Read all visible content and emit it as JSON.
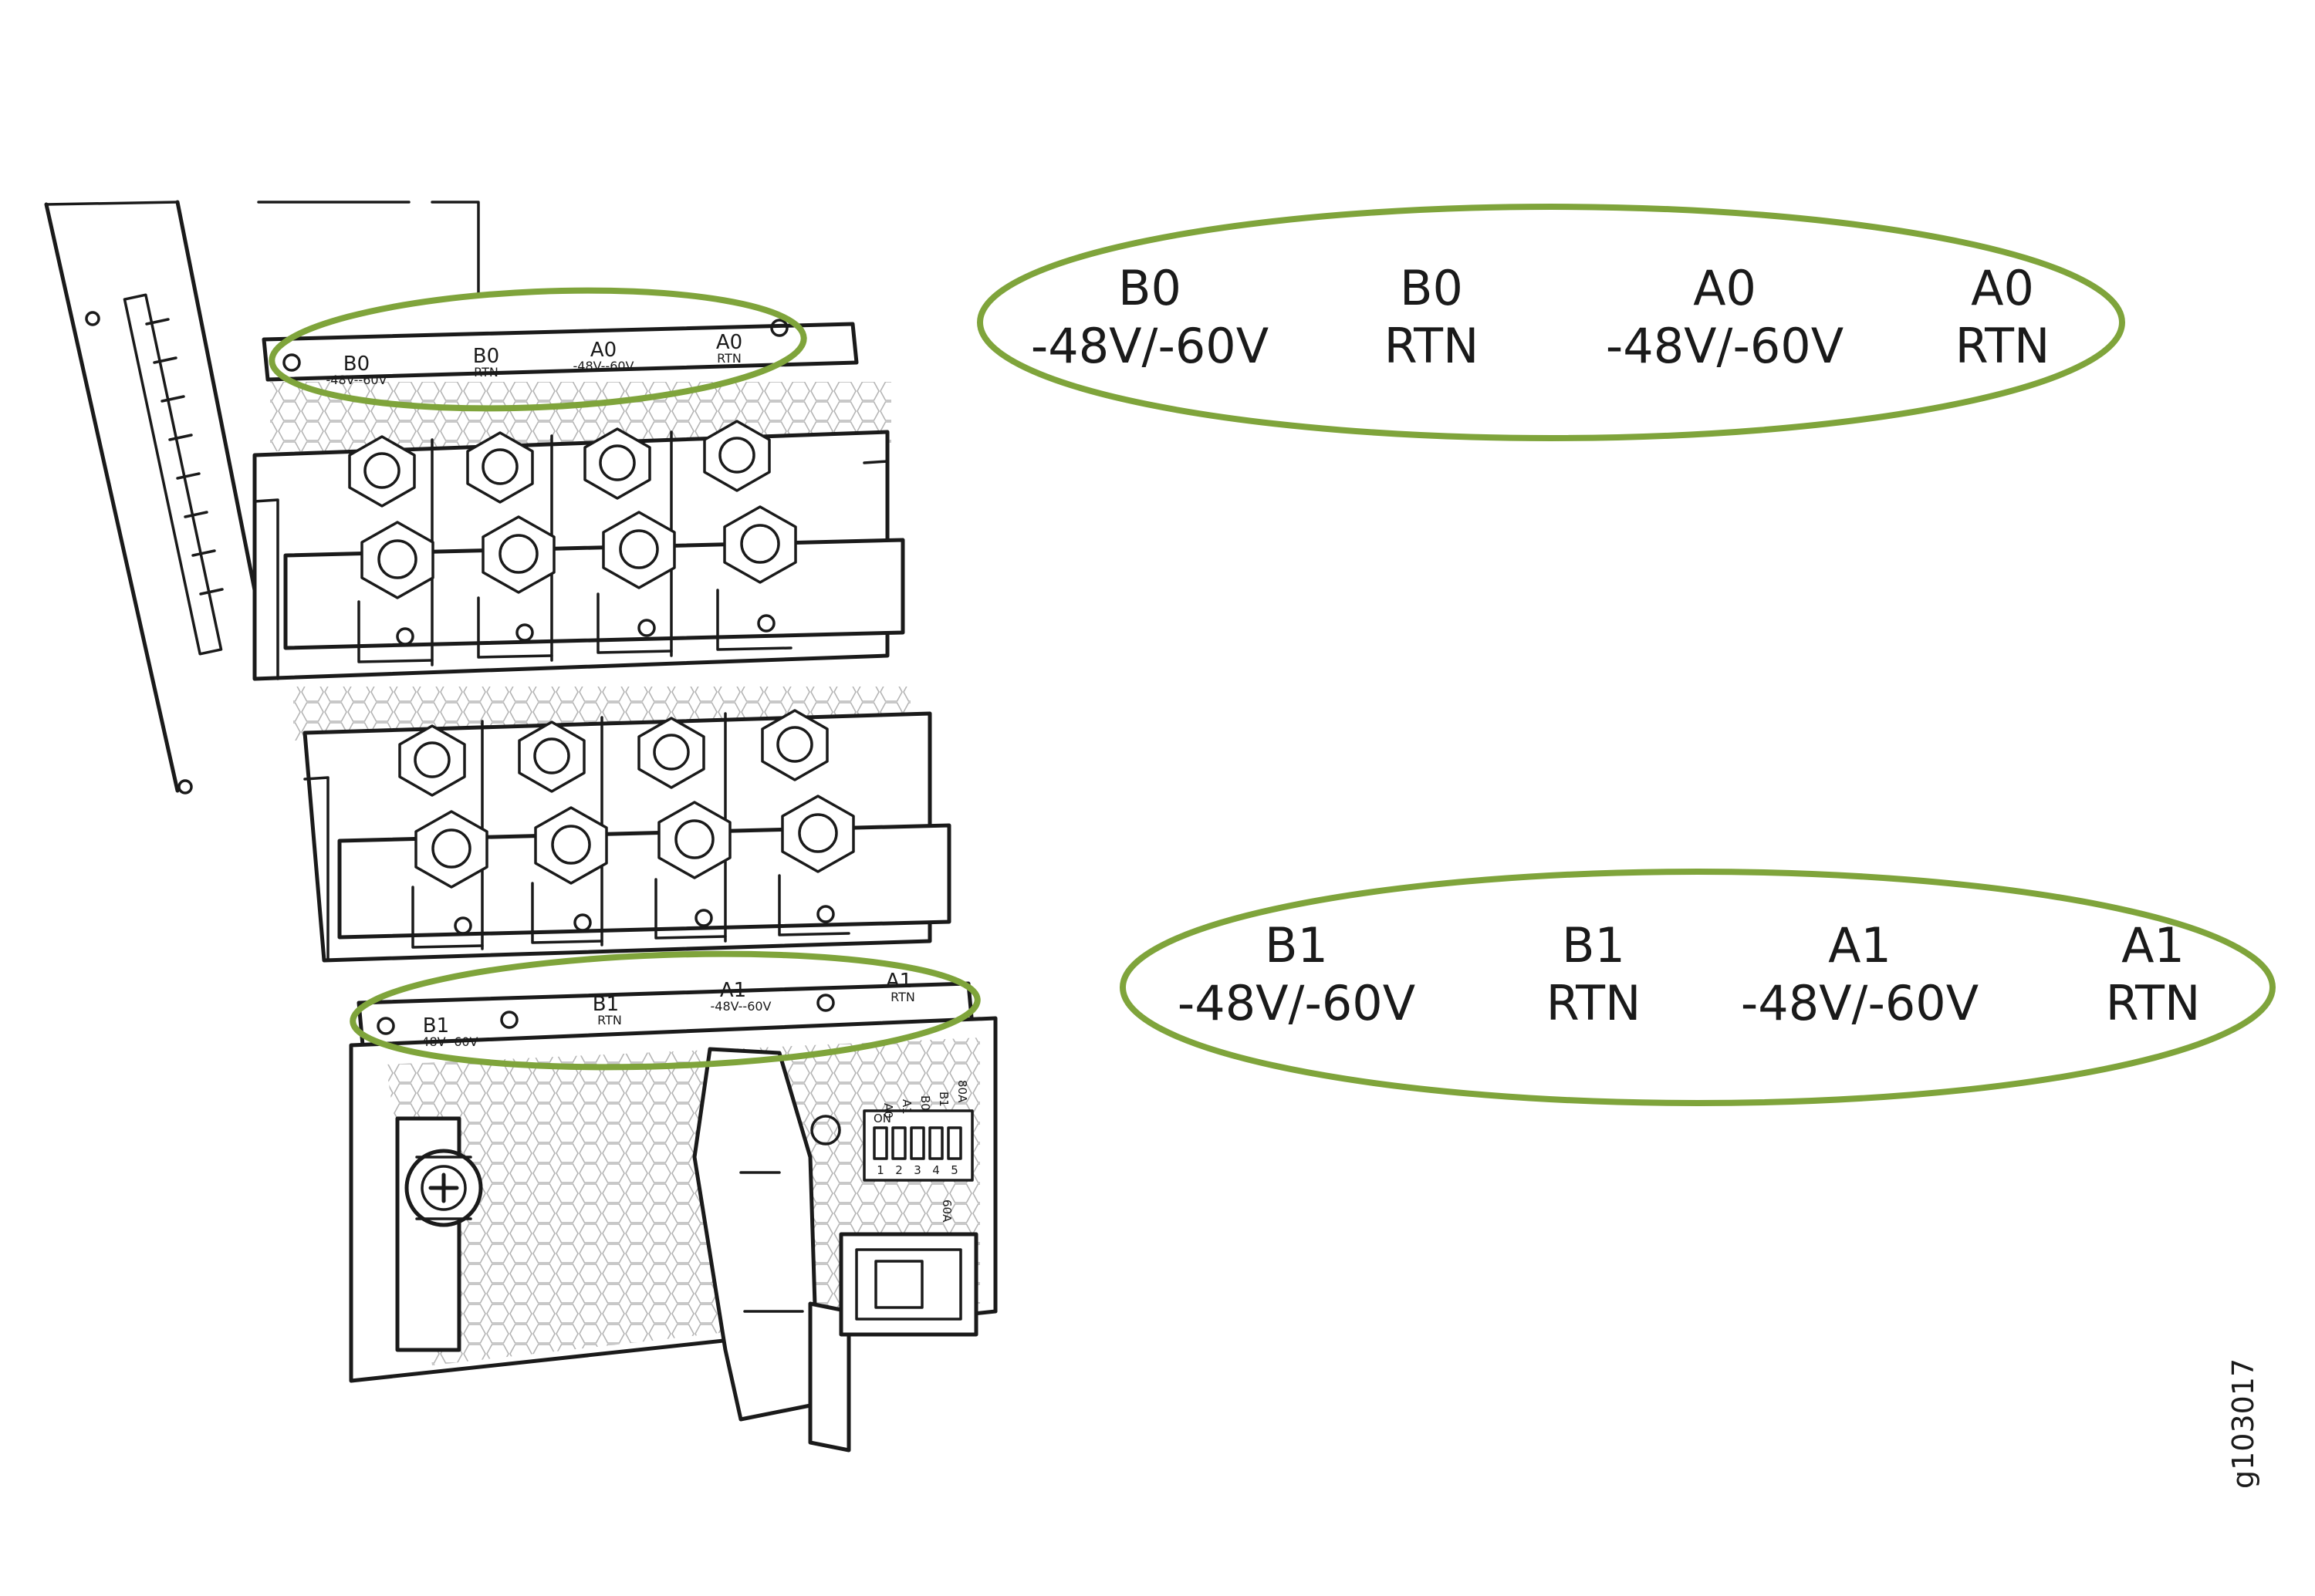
{
  "callouts": {
    "top": [
      {
        "line1": "B0",
        "line2": "-48V/-60V"
      },
      {
        "line1": "B0",
        "line2": "RTN"
      },
      {
        "line1": "A0",
        "line2": "-48V/-60V"
      },
      {
        "line1": "A0",
        "line2": "RTN"
      }
    ],
    "bottom": [
      {
        "line1": "B1",
        "line2": "-48V/-60V"
      },
      {
        "line1": "B1",
        "line2": "RTN"
      },
      {
        "line1": "A1",
        "line2": "-48V/-60V"
      },
      {
        "line1": "A1",
        "line2": "RTN"
      }
    ]
  },
  "module_labels": {
    "top": [
      {
        "main": "B0",
        "sub": "-48V--60V"
      },
      {
        "main": "B0",
        "sub": "RTN"
      },
      {
        "main": "A0",
        "sub": "-48V--60V"
      },
      {
        "main": "A0",
        "sub": "RTN"
      }
    ],
    "bottom": [
      {
        "main": "B1",
        "sub": "-48V--60V"
      },
      {
        "main": "B1",
        "sub": "RTN"
      },
      {
        "main": "A1",
        "sub": "-48V--60V"
      },
      {
        "main": "A1",
        "sub": "RTN"
      }
    ]
  },
  "dip_switch": {
    "on_label": "ON",
    "inputs": [
      "A0",
      "A1",
      "B0",
      "B1",
      "80A"
    ],
    "numbers": [
      "1",
      "2",
      "3",
      "4",
      "5"
    ]
  },
  "breaker_label": "60A",
  "figure_id": "g103017",
  "colors": {
    "callout": "#7fa43b",
    "line": "#1a1a1a"
  }
}
